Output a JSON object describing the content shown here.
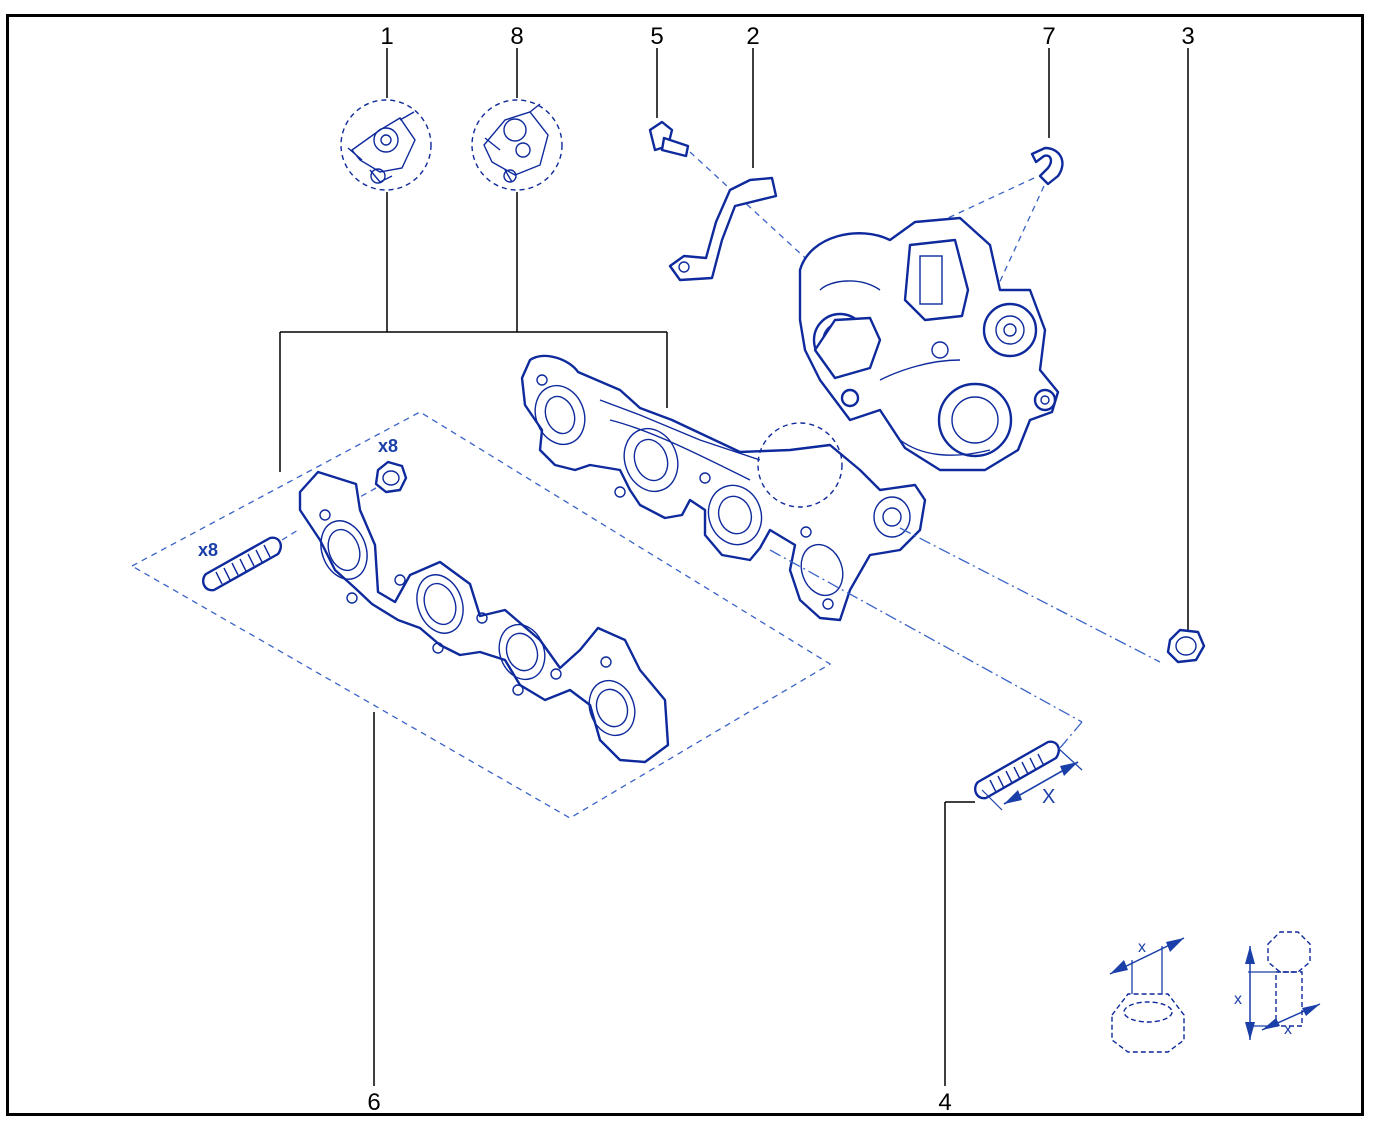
{
  "callouts": [
    {
      "id": "1",
      "label": "1"
    },
    {
      "id": "8",
      "label": "8"
    },
    {
      "id": "5",
      "label": "5"
    },
    {
      "id": "2",
      "label": "2"
    },
    {
      "id": "7",
      "label": "7"
    },
    {
      "id": "3",
      "label": "3"
    },
    {
      "id": "6",
      "label": "6"
    },
    {
      "id": "4",
      "label": "4"
    }
  ],
  "quantities": {
    "nut_count": "x8",
    "stud_count": "x8"
  },
  "dimensions": {
    "stud_length": "X",
    "nut_height": "x",
    "bolt_length": "x",
    "bolt_diameter": "x"
  },
  "colors": {
    "line_art": "#0e2a9c",
    "dashed": "#3a63c8",
    "frame": "#000000"
  }
}
